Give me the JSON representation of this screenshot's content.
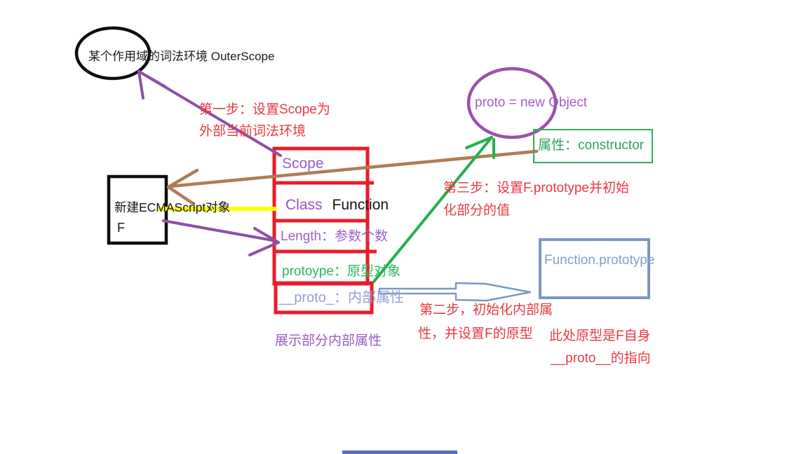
{
  "title": "ECMAScript 函数对象创建示意图",
  "colors": {
    "table_border_red": "#ea1c28",
    "annotation_red": "#e73840",
    "purple_stroke": "#9e4fae",
    "green_stroke": "#22b14c",
    "brown_stroke": "#b07c55",
    "yellow_stroke": "#ffff00",
    "steel_blue": "#7b97c3",
    "bottom_bar_blue": "#5370b7"
  },
  "nodes": {
    "outer_scope": {
      "label": "某个作用域的词法环境 OuterScope"
    },
    "proto_object": {
      "label": "proto = new Object"
    },
    "constructor_box": {
      "label": "属性：constructor"
    },
    "function_prototype_box": {
      "label": "Function.prototype"
    },
    "f_object": {
      "line1": "新建ECMAScript对象",
      "line2": "F"
    }
  },
  "table": {
    "scope": "Scope",
    "class_key": "Class",
    "class_value": "Function",
    "length": "Length：参数个数",
    "prototype": "protoype：原型对象",
    "proto_internal": "__proto_：内部属性"
  },
  "annotations": {
    "step1_line1": "第一步：设置Scope为",
    "step1_line2": "外部当前词法环境",
    "step2_line1": "第二步，初始化内部属",
    "step2_line2": "性，并设置F的原型",
    "step3_line1": "第三步：设置F.prototype并初始",
    "step3_line2": "化部分的值",
    "proto_note_line1": "此处原型是F自身",
    "proto_note_line2": "__proto__的指向",
    "internal_note": "展示部分内部属性"
  }
}
